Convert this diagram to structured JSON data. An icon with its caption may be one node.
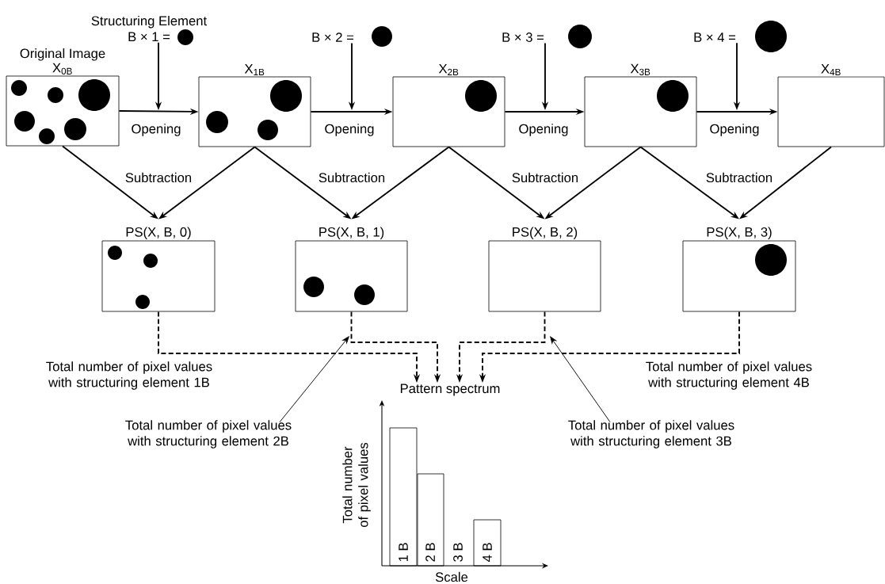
{
  "diagram": {
    "nodes": [
      {
        "text": [
          "Original Image",
          "X$_{0B}$"
        ]
      },
      {
        "text": [
          "X$_{1B}$"
        ]
      },
      {
        "text": [
          "X$_{2B}$"
        ]
      },
      {
        "text": [
          "X$_{3B}$"
        ]
      },
      {
        "text": [
          "X$_{4B}$"
        ]
      },
      {
        "text": [
          "PS(X, B, 0)"
        ]
      },
      {
        "text": [
          "PS(X, B, 1)"
        ]
      },
      {
        "text": [
          "PS(X, B, 2)"
        ]
      },
      {
        "text": [
          "PS(X, B, 3)"
        ]
      },
      {
        "text": [
          "Structuring Element",
          "B × 1 ="
        ]
      },
      {
        "text": [
          "B × 2 ="
        ]
      },
      {
        "text": [
          "B × 3 ="
        ]
      },
      {
        "text": [
          "B × 4 ="
        ]
      },
      {
        "text": [
          "Pattern spectrum"
        ]
      },
      {
        "text": [
          "Total number of pixel values with structuring element 2B"
        ]
      },
      {
        "text": [
          "Total number of pixel values with structuring element 3B"
        ]
      }
    ],
    "edges": [
      {
        "from": 0,
        "to": 1,
        "arrow": "to",
        "label": "Opening"
      },
      {
        "from": 1,
        "to": 2,
        "arrow": "to",
        "label": "Opening"
      },
      {
        "from": 2,
        "to": 3,
        "arrow": "to",
        "label": "Opening"
      },
      {
        "from": 3,
        "to": 4,
        "arrow": "to",
        "label": "Opening"
      },
      {
        "from": 0,
        "to": 5,
        "arrow": "to",
        "label": "Subtraction"
      },
      {
        "from": 1,
        "to": 5,
        "arrow": "to"
      },
      {
        "from": 1,
        "to": 6,
        "arrow": "to",
        "label": "Subtraction"
      },
      {
        "from": 2,
        "to": 6,
        "arrow": "to"
      },
      {
        "from": 2,
        "to": 7,
        "arrow": "to",
        "label": "Subtraction"
      },
      {
        "from": 3,
        "to": 7,
        "arrow": "to"
      },
      {
        "from": 3,
        "to": 8,
        "arrow": "to",
        "label": "Subtraction"
      },
      {
        "from": 4,
        "to": 8,
        "arrow": "to"
      },
      {
        "from": 9,
        "to": null,
        "arrow": "to"
      },
      {
        "from": 10,
        "to": null,
        "arrow": "to"
      },
      {
        "from": 11,
        "to": null,
        "arrow": "to"
      },
      {
        "from": 12,
        "to": null,
        "arrow": "to"
      },
      {
        "from": 5,
        "to": 13,
        "arrow": "to",
        "style": "dashed"
      },
      {
        "from": 6,
        "to": 13,
        "arrow": "to",
        "style": "dashed"
      },
      {
        "from": 7,
        "to": 13,
        "arrow": "to",
        "style": "dashed"
      },
      {
        "from": 8,
        "to": 13,
        "arrow": "to",
        "style": "dashed"
      },
      {
        "from": 14,
        "to": null,
        "arrow": "to"
      },
      {
        "from": 15,
        "to": null,
        "arrow": "to"
      }
    ],
    "labels": [
      "Total number of pixel values with structuring element 1B",
      "Total number of pixel values with structuring element 4B",
      "Total number of pixel values",
      "1 B",
      "2 B",
      "3 B",
      "4 B",
      "Scale"
    ]
  }
}
